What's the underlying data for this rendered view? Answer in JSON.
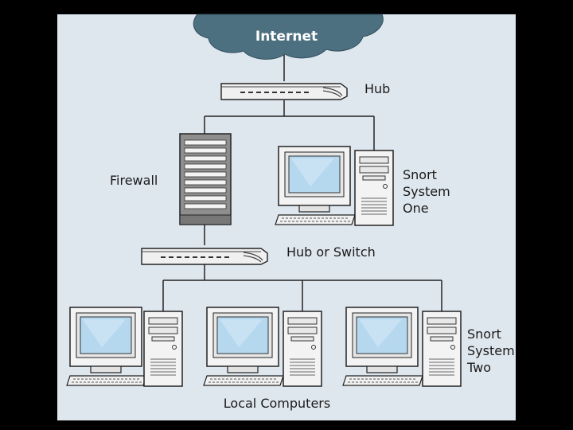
{
  "labels": {
    "internet": "Internet",
    "hub": "Hub",
    "firewall": "Firewall",
    "hub_or_switch": "Hub or Switch",
    "snort_one": [
      "Snort",
      "System",
      "One"
    ],
    "snort_two": [
      "Snort",
      "System",
      "Two"
    ],
    "local_computers": "Local Computers"
  },
  "colors": {
    "page_background": "#000000",
    "panel_background": "#dfe7ee",
    "cloud": "#4d7080",
    "screen": "#b6d8ef",
    "device_body": "#f2f2f2",
    "firewall_body": "#8e8e8e",
    "line": "#222222"
  },
  "icons": [
    "cloud-icon",
    "hub-icon",
    "switch-icon",
    "server-tower-icon",
    "computer-icon"
  ]
}
